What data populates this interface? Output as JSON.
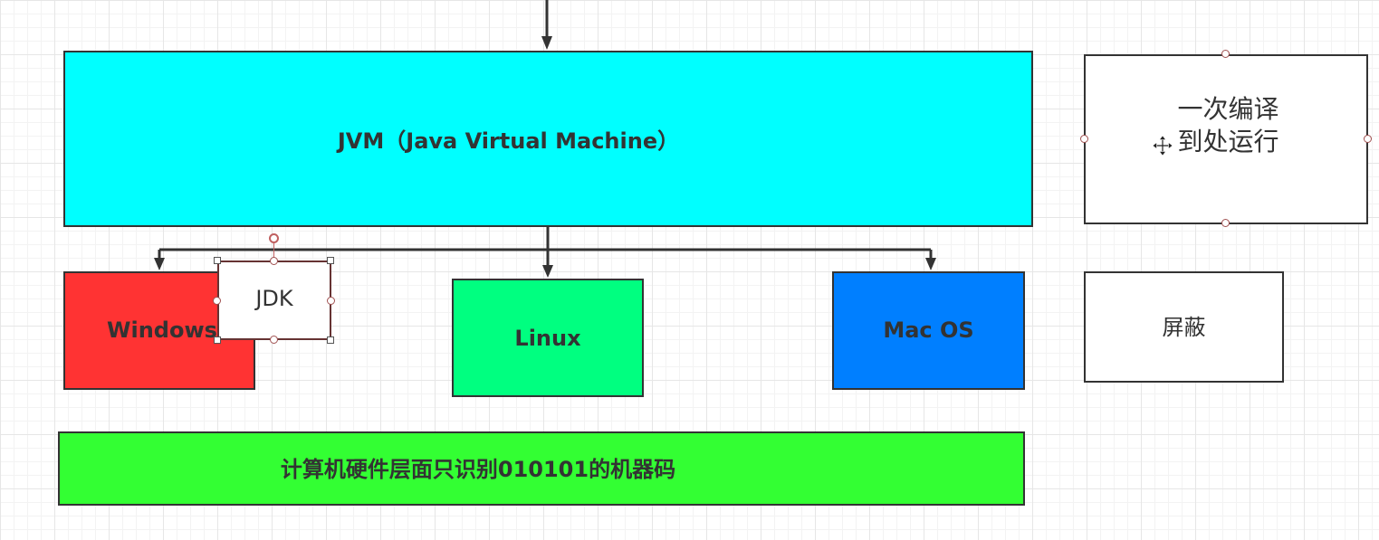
{
  "diagram": {
    "jvm": {
      "label": "JVM（Java Virtual Machine）",
      "fill": "#00ffff"
    },
    "windows": {
      "label": "Windows",
      "fill": "#ff3333"
    },
    "jdk": {
      "label": "JDK",
      "fill": "#ffffff"
    },
    "linux": {
      "label": "Linux",
      "fill": "#00ff80"
    },
    "macos": {
      "label": "Mac OS",
      "fill": "#007fff"
    },
    "hardware": {
      "label": "计算机硬件层面只识别010101的机器码",
      "fill": "#33ff33"
    },
    "slogan": {
      "line1": "一次编译",
      "line2": "到处运行"
    },
    "shield": {
      "label": "屏蔽"
    },
    "stroke_color": "#333333",
    "grid_color": "#e6e6e6",
    "icons": [
      "arrowhead-icon",
      "move-cursor-icon",
      "rotate-handle-icon"
    ]
  }
}
